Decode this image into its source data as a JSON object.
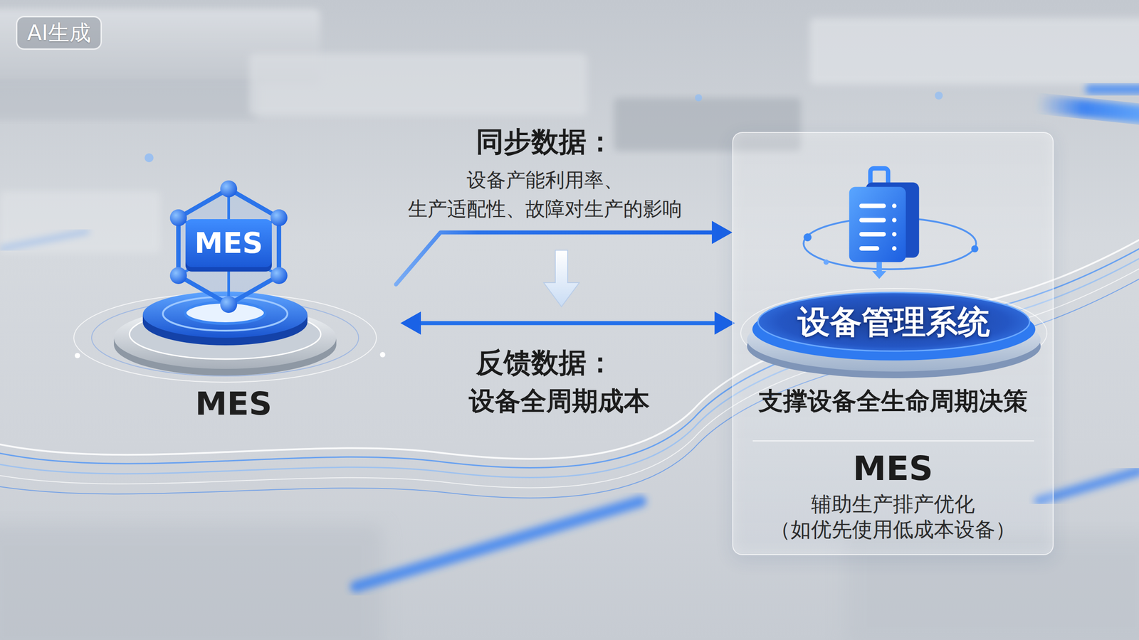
{
  "diagram": {
    "nodes": [
      {
        "text": [
          "MES"
        ]
      },
      {
        "text": [
          "MES"
        ],
        "in": 0
      },
      {
        "text": [
          "支撑设备全生命周期决策",
          "MES",
          "辅助生产排产优化 （如优先使用低成本设备）"
        ]
      },
      {
        "text": [
          "设备管理系统"
        ],
        "in": 2
      }
    ],
    "edges": [
      {
        "from": 0,
        "to": 2,
        "arrow": "to",
        "label": "同步数据："
      },
      {
        "from": 0,
        "to": 3,
        "arrow": "both",
        "label": "反馈数据："
      }
    ],
    "labels": [
      "AI生成",
      "设备产能利用率、 生产适配性、故障对生产的影响",
      "设备全周期成本"
    ]
  }
}
